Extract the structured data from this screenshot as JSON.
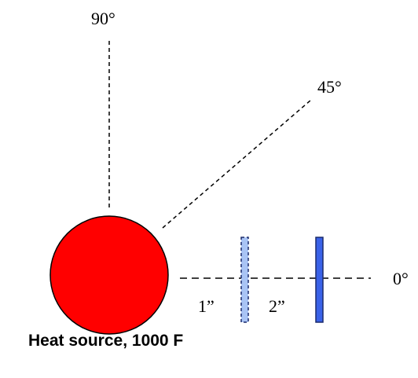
{
  "diagram": {
    "heat_source": {
      "label": "Heat source, 1000 F",
      "color": "#ff0000"
    },
    "angles": {
      "deg90": "90°",
      "deg45": "45°",
      "deg0": "0°"
    },
    "distances": {
      "first": "1”",
      "second": "2”"
    },
    "plates": {
      "near_color": "#a9c4f5",
      "far_color": "#3a62e8"
    }
  }
}
